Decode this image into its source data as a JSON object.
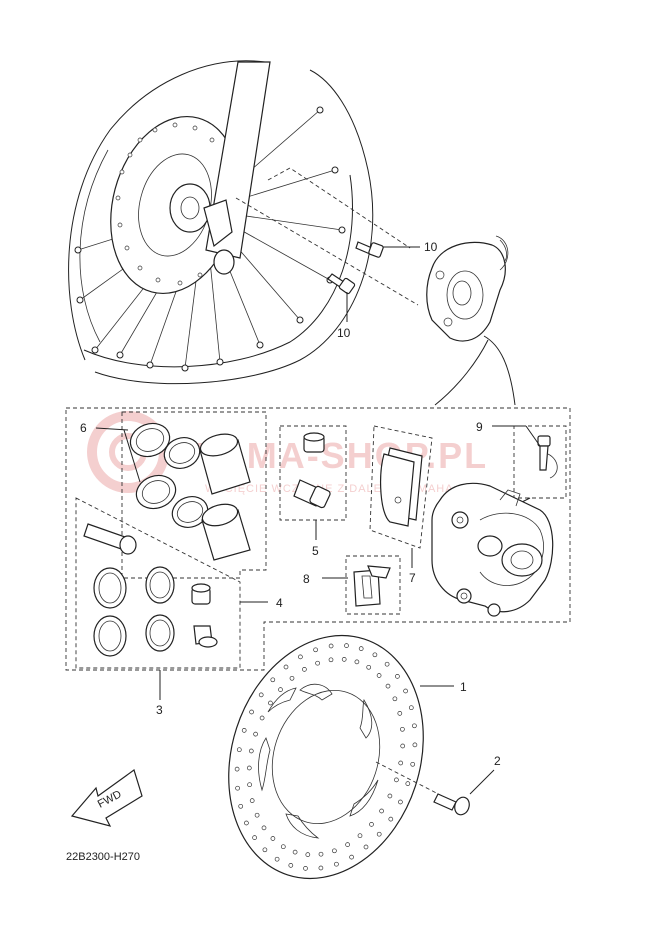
{
  "diagram": {
    "code": "22B2300-H270",
    "fwd_label": "FWD",
    "watermark": {
      "main": "YAMA-SHOP.PL",
      "sub": "WYCIĘCIE WCZESNE Z DALEKA YAMAHA"
    },
    "callouts": [
      {
        "id": "c1",
        "label": "1"
      },
      {
        "id": "c2",
        "label": "2"
      },
      {
        "id": "c3",
        "label": "3"
      },
      {
        "id": "c4",
        "label": "4"
      },
      {
        "id": "c5",
        "label": "5"
      },
      {
        "id": "c6",
        "label": "6"
      },
      {
        "id": "c7",
        "label": "7"
      },
      {
        "id": "c8",
        "label": "8"
      },
      {
        "id": "c9",
        "label": "9"
      },
      {
        "id": "c10a",
        "label": "10"
      },
      {
        "id": "c10b",
        "label": "10"
      }
    ]
  }
}
